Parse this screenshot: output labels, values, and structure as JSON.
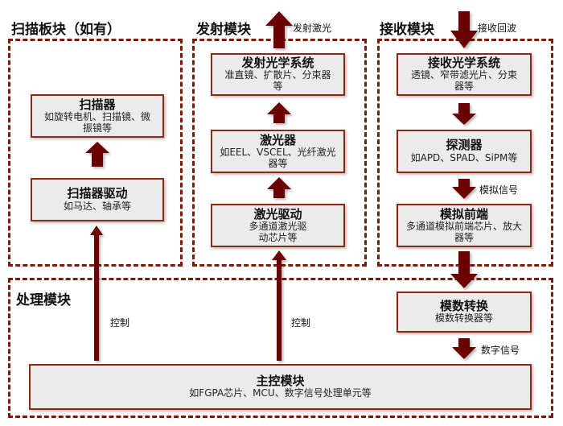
{
  "colors": {
    "accent": "#6b0000",
    "border": "#7a1a0a",
    "box_fill": "#ebebeb"
  },
  "sections": {
    "scan": {
      "title": "扫描板块（如有）"
    },
    "emit": {
      "title": "发射模块"
    },
    "receive": {
      "title": "接收模块"
    },
    "processing": {
      "title": "处理模块"
    }
  },
  "boxes": {
    "scanner": {
      "title": "扫描器",
      "desc": "如旋转电机、扫描镜、微振镜等"
    },
    "scanner_driver": {
      "title": "扫描器驱动",
      "desc": "如马达、轴承等"
    },
    "emit_optics": {
      "title": "发射光学系统",
      "desc": "准直镜、扩散片、分束器等"
    },
    "laser": {
      "title": "激光器",
      "desc": "如EEL、VSCEL、光纤激光器等"
    },
    "laser_driver": {
      "title": "激光驱动",
      "desc": "多通道激光驱动芯片等"
    },
    "receive_optics": {
      "title": "接收光学系统",
      "desc": "透镜、窄带滤光片、分束器等"
    },
    "detector": {
      "title": "探测器",
      "desc": "如APD、SPAD、SiPM等"
    },
    "analog_frontend": {
      "title": "模拟前端",
      "desc": "多通道模拟前端芯片、放大器等"
    },
    "adc": {
      "title": "模数转换",
      "desc": "模数转换器等"
    },
    "main_control": {
      "title": "主控模块",
      "desc": "如FGPA芯片、MCU、数字信号处理单元等"
    }
  },
  "labels": {
    "emit_laser": "发射激光",
    "receive_echo": "接收回波",
    "analog_signal": "模拟信号",
    "digital_signal": "数字信号",
    "control_scan": "控制",
    "control_laser": "控制"
  }
}
